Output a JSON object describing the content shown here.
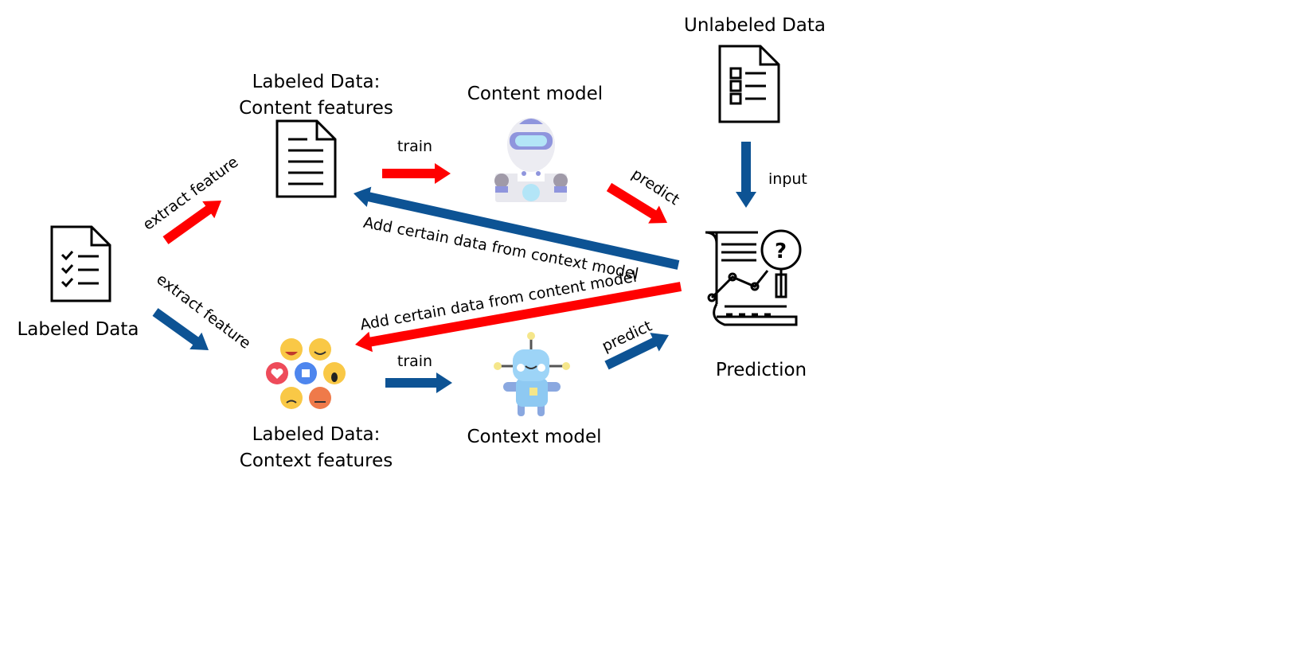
{
  "nodes": {
    "labeled_data": "Labeled Data",
    "content_features_line1": "Labeled Data:",
    "content_features_line2": "Content features",
    "context_features_line1": "Labeled Data:",
    "context_features_line2": "Context features",
    "content_model": "Content model",
    "context_model": "Context model",
    "unlabeled_data": "Unlabeled Data",
    "prediction": "Prediction"
  },
  "edges": {
    "extract_feature_content": "extract feature",
    "extract_feature_context": "extract feature",
    "train_content": "train",
    "train_context": "train",
    "predict_content": "predict",
    "predict_context": "predict",
    "input": "input",
    "add_from_context": "Add certain data from context model",
    "add_from_content": "Add certain data from content model"
  },
  "colors": {
    "red": "#ff0000",
    "blue": "#0d5394"
  }
}
